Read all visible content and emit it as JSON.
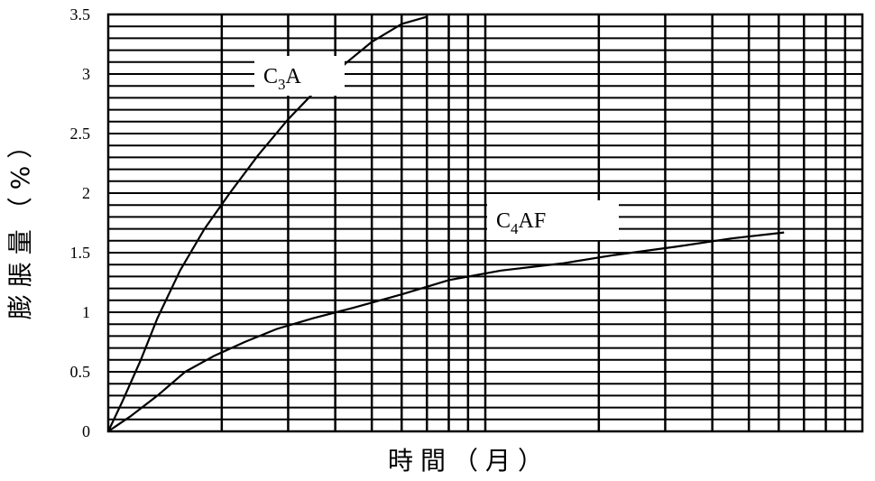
{
  "chart_data": {
    "type": "line",
    "title": "",
    "xlabel": "時間（月）",
    "ylabel": "膨脹量（%）",
    "x_scale": "log",
    "xlim": [
      1,
      100
    ],
    "ylim": [
      0,
      3.5
    ],
    "y_ticks": [
      "0",
      "0.5",
      "1",
      "1.5",
      "2",
      "2.5",
      "3",
      "3.5"
    ],
    "grid": true,
    "legend": "none",
    "series": [
      {
        "name": "C3A",
        "label_main": "C",
        "label_sub": "3",
        "label_tail": "A",
        "color": "#000000",
        "x": [
          1.0,
          1.09,
          1.22,
          1.35,
          1.55,
          1.8,
          2.1,
          2.5,
          3.0,
          3.6,
          4.3,
          5.0,
          6.0,
          7.0
        ],
        "y": [
          0.0,
          0.25,
          0.6,
          0.95,
          1.35,
          1.7,
          2.0,
          2.32,
          2.62,
          2.88,
          3.1,
          3.27,
          3.42,
          3.48
        ]
      },
      {
        "name": "C4AF",
        "label_main": "C",
        "label_sub": "4",
        "label_tail": "AF",
        "color": "#000000",
        "x": [
          1.0,
          1.15,
          1.35,
          1.6,
          1.9,
          2.3,
          2.8,
          3.5,
          4.5,
          6.0,
          8.0,
          11.0,
          16.0,
          22.0,
          32.0,
          45.0,
          62.0
        ],
        "y": [
          0.0,
          0.13,
          0.3,
          0.5,
          0.63,
          0.75,
          0.86,
          0.95,
          1.04,
          1.15,
          1.27,
          1.35,
          1.41,
          1.48,
          1.55,
          1.62,
          1.67
        ]
      }
    ]
  }
}
